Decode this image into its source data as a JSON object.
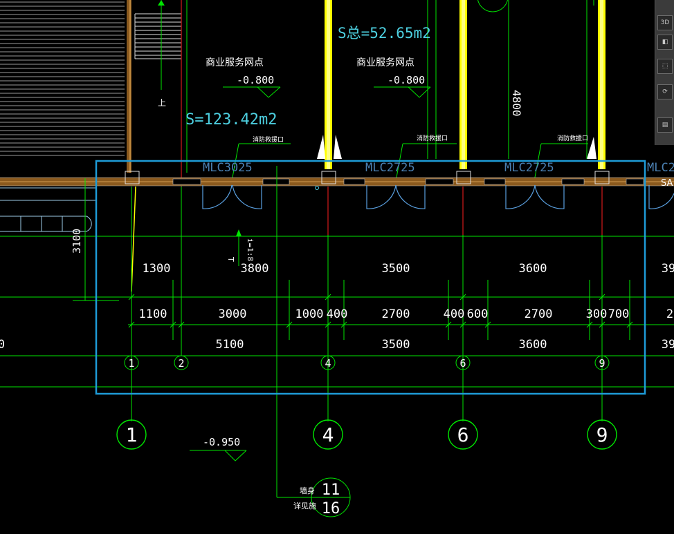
{
  "rooms": {
    "commercial_label": "商业服务网点",
    "area_total": "S总=52.65m2",
    "area_left": "S=123.42m2",
    "elev_room": "-0.800",
    "elev_outside": "-0.950",
    "stair_up": "上",
    "dim_4800": "4800",
    "dim_3100": "3100"
  },
  "doors": {
    "fire_label": "消防救援口",
    "codes": [
      "MLC3025",
      "MLC2725",
      "MLC2725",
      "MLC2"
    ],
    "sa_tag": "SA"
  },
  "dimensions": {
    "row1": [
      "1300",
      "3800",
      "3500",
      "3600",
      "39"
    ],
    "row2": [
      "1100",
      "3000",
      "1000",
      "400",
      "2700",
      "400",
      "600",
      "2700",
      "300",
      "700",
      "2"
    ],
    "row3": [
      "0",
      "5100",
      "3500",
      "3600",
      "39"
    ]
  },
  "axes": {
    "small": [
      "1",
      "2",
      "4",
      "6",
      "9"
    ],
    "large": [
      "1",
      "4",
      "6",
      "9"
    ]
  },
  "detail_callout": {
    "label_top": "墙身",
    "label_bottom": "详见施",
    "num_top": "11",
    "num_bottom": "16"
  },
  "ramp": {
    "label": "i=1:8"
  },
  "viewcube": [
    "3D",
    "◧",
    "⬚",
    "⟳",
    "▤"
  ],
  "colors": {
    "background": "#000000",
    "axis_green": "#00e600",
    "text_white": "#ffffff",
    "area_cyan": "#4dd0e1",
    "column_yellow": "#ffff00",
    "wall_brown": "#8b5a1e",
    "selection_blue": "#1e9bd7",
    "red_line": "#ff2020"
  }
}
